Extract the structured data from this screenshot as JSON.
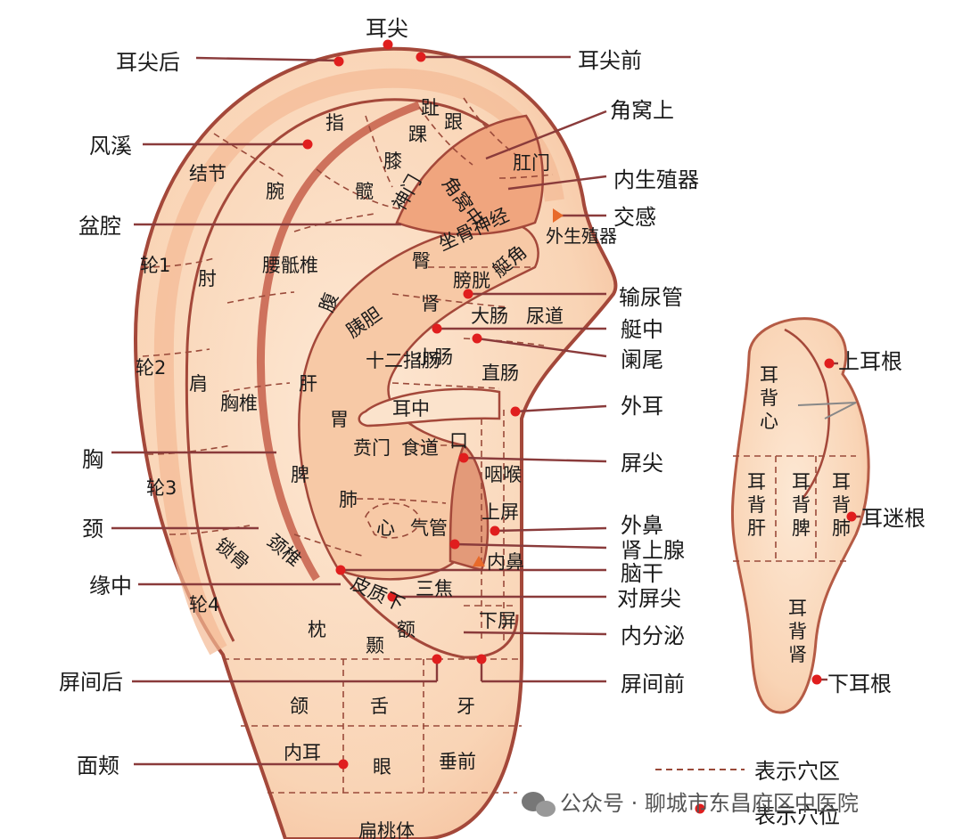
{
  "external_labels": {
    "erjian": "耳尖",
    "erjian_hou": "耳尖后",
    "erjian_qian": "耳尖前",
    "jiaowo_shang": "角窝上",
    "fengxi": "风溪",
    "neishengzhiqi": "内生殖器",
    "jiaogan": "交感",
    "penqiang": "盆腔",
    "shuniaoguan": "输尿管",
    "tingzhong": "艇中",
    "lanwei": "阑尾",
    "waier": "外耳",
    "pingjian": "屏尖",
    "xiong": "胸",
    "jing": "颈",
    "waibi": "外鼻",
    "shenshangxian": "肾上腺",
    "naogan": "脑干",
    "yuanzhong": "缘中",
    "duipingjian": "对屏尖",
    "neifenmi": "内分泌",
    "pingjian_hou": "屏间后",
    "pingjian_qian": "屏间前",
    "mianjia": "面颊"
  },
  "inner_labels": {
    "zhi_toe": "趾",
    "gen": "跟",
    "huai": "踝",
    "zhi_finger": "指",
    "xi": "膝",
    "jiaowozhong": "角窝中",
    "shenmen": "神门",
    "gangmen": "肛门",
    "jiejie": "结节",
    "wan": "腕",
    "kuan": "髋",
    "zuogushenjing": "坐骨神经",
    "waishengzhiqi": "外生殖器",
    "tun": "臀",
    "pangguang": "膀胱",
    "tingjiao": "艇角",
    "lun1": "轮1",
    "zhou": "肘",
    "yaodizhui": "腰骶椎",
    "fu": "腹",
    "shen": "肾",
    "yidan": "胰胆",
    "dachang": "大肠",
    "niaodao": "尿道",
    "shierzhichang": "十二指肠",
    "xiaochang": "小肠",
    "lun2": "轮2",
    "jian": "肩",
    "xiongzhui": "胸椎",
    "gan": "肝",
    "zhichang": "直肠",
    "erzhong": "耳中",
    "wei": "胃",
    "benmen": "贲门",
    "shidao": "食道",
    "kou": "口",
    "pi": "脾",
    "yanhou": "咽喉",
    "lun3": "轮3",
    "fei": "肺",
    "xin": "心",
    "qiguan": "气管",
    "shangping": "上屏",
    "neibi": "内鼻",
    "suogu": "锁骨",
    "jingzhui": "颈椎",
    "pizhixia": "皮质下",
    "sanjiao": "三焦",
    "lun4": "轮4",
    "zhen": "枕",
    "e": "额",
    "nie": "颞",
    "xiaping": "下屏",
    "he": "颌",
    "she": "舌",
    "ya": "牙",
    "neier": "内耳",
    "yan": "眼",
    "chuiqian": "垂前",
    "biantaoti": "扁桃体"
  },
  "back_of_ear": {
    "shang_ergen": "上耳根",
    "erbei_xin": "耳背心",
    "erbei_gan": "耳背肝",
    "erbei_pi": "耳背脾",
    "erbei_fei": "耳背肺",
    "ermi_gen": "耳迷根",
    "erbei_shen": "耳背肾",
    "xia_ergen": "下耳根"
  },
  "legend": {
    "zone": "表示穴区",
    "point": "表示穴位"
  },
  "watermark": "公众号 · 聊城市东昌府区中医院",
  "colors": {
    "skin_light": "#fbe3cc",
    "skin_mid": "#f6c7a2",
    "skin_dark": "#ec9a72",
    "outline": "#a4483a",
    "point": "#e01e1e"
  }
}
